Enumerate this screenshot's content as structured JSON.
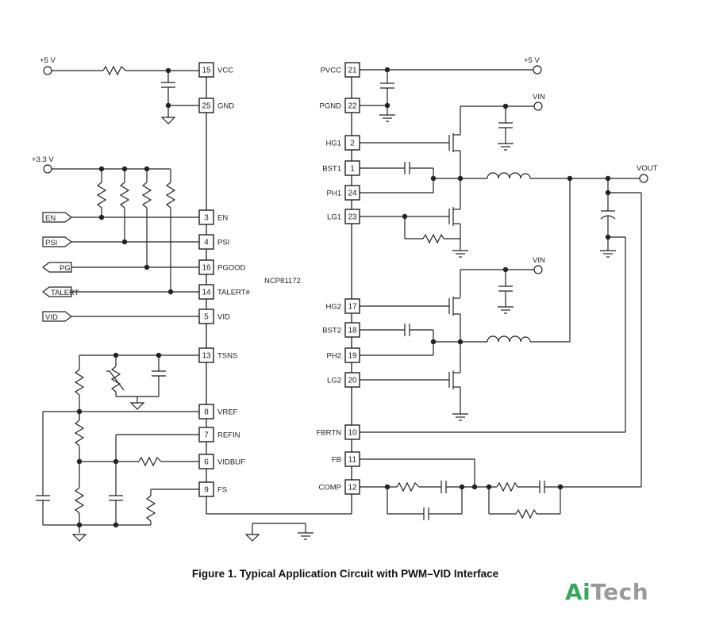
{
  "figure": {
    "caption": "Figure 1. Typical Application Circuit with PWM–VID Interface",
    "ic_name": "NCP81172"
  },
  "power_labels": {
    "v5_left": "+5 V",
    "v5_right": "+5 V",
    "v33": "+3.3 V",
    "vin1": "VIN",
    "vin2": "VIN",
    "vout": "VOUT"
  },
  "signals": {
    "en": "EN",
    "psi": "PSI",
    "pg": "PG",
    "talert": "TALERT",
    "vid": "VID"
  },
  "left_pins": [
    {
      "num": "15",
      "label": "VCC"
    },
    {
      "num": "25",
      "label": "GND"
    },
    {
      "num": "3",
      "label": "EN"
    },
    {
      "num": "4",
      "label": "PSI"
    },
    {
      "num": "16",
      "label": "PGOOD"
    },
    {
      "num": "14",
      "label": "TALERT#"
    },
    {
      "num": "5",
      "label": "VID"
    },
    {
      "num": "13",
      "label": "TSNS"
    },
    {
      "num": "8",
      "label": "VREF"
    },
    {
      "num": "7",
      "label": "REFIN"
    },
    {
      "num": "6",
      "label": "VIDBUF"
    },
    {
      "num": "9",
      "label": "FS"
    }
  ],
  "right_pins": [
    {
      "num": "21",
      "label": "PVCC"
    },
    {
      "num": "22",
      "label": "PGND"
    },
    {
      "num": "2",
      "label": "HG1"
    },
    {
      "num": "1",
      "label": "BST1"
    },
    {
      "num": "24",
      "label": "PH1"
    },
    {
      "num": "23",
      "label": "LG1"
    },
    {
      "num": "17",
      "label": "HG2"
    },
    {
      "num": "18",
      "label": "BST2"
    },
    {
      "num": "19",
      "label": "PH2"
    },
    {
      "num": "20",
      "label": "LG2"
    },
    {
      "num": "10",
      "label": "FBRTN"
    },
    {
      "num": "11",
      "label": "FB"
    },
    {
      "num": "12",
      "label": "COMP"
    }
  ],
  "logo": {
    "part1": "Ai",
    "part2": "Tech"
  },
  "colors": {
    "logo_green": "#3ba55c",
    "logo_gray": "#9a9a9a",
    "line": "#222222"
  }
}
